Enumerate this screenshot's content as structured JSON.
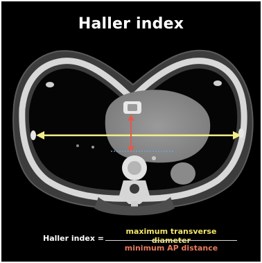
{
  "title": "Haller index",
  "formula": {
    "lhs": "Haller index =",
    "numerator": "maximum transverse diameter",
    "denominator": "minimum AP distance"
  },
  "colors": {
    "background": "#000000",
    "transverse_line": "#f4ee8a",
    "ap_arrow": "#e35a4e",
    "numerator_text": "#f2e56a",
    "denominator_text": "#e87a5d"
  }
}
